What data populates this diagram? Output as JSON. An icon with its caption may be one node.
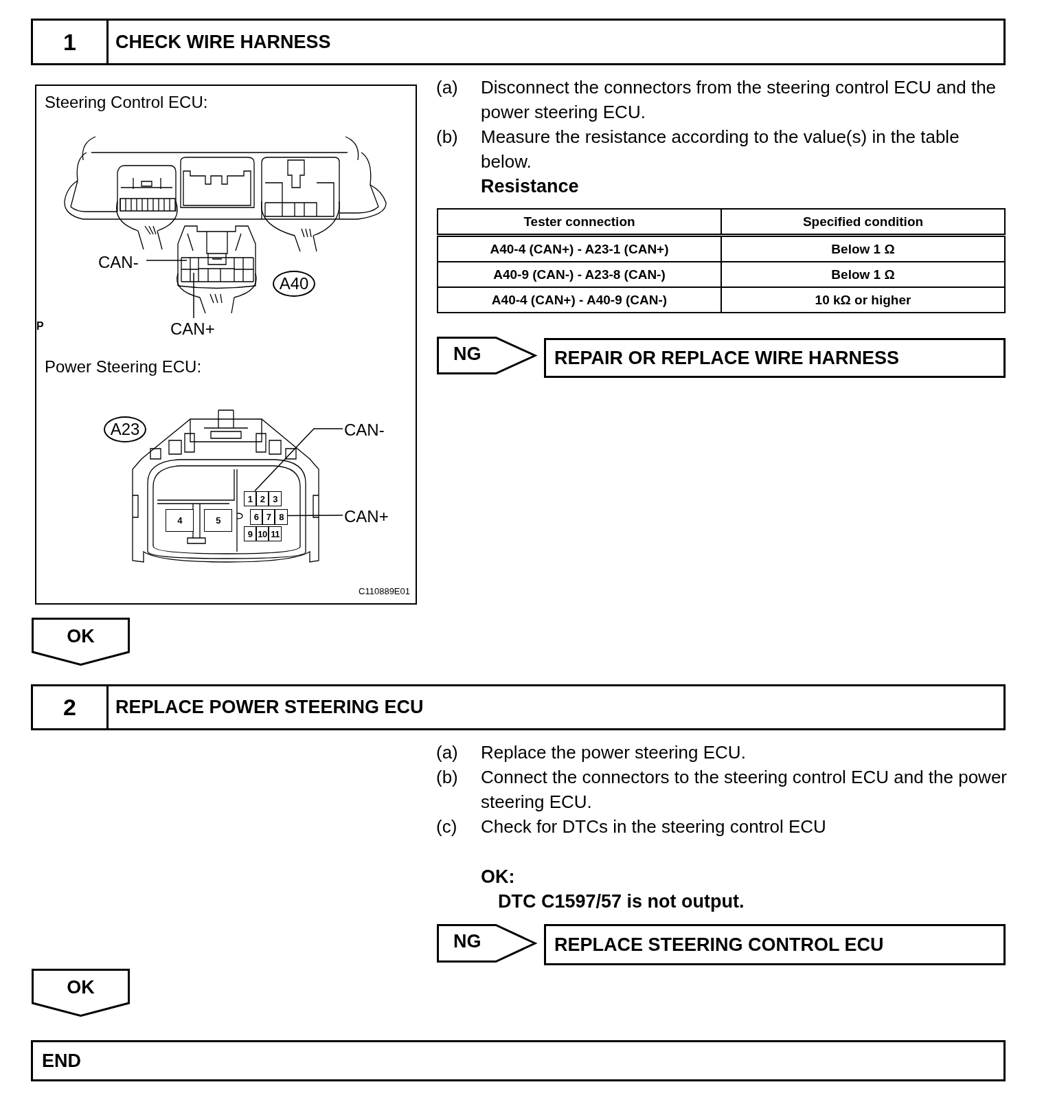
{
  "diagram": {
    "nodes": [
      {
        "text": [
          "1",
          "CHECK WIRE HARNESS"
        ]
      },
      {
        "text": [
          "Steering Control ECU:",
          "Power Steering ECU:",
          "C110889E01"
        ]
      },
      {
        "text": [
          "CAN-"
        ],
        "in": 1
      },
      {
        "text": [
          "CAN+"
        ],
        "in": 1
      },
      {
        "text": [
          "A40"
        ],
        "in": 1
      },
      {
        "text": [
          "A23"
        ],
        "in": 1
      },
      {
        "text": [
          "CAN-"
        ],
        "in": 1
      },
      {
        "text": [
          "CAN+"
        ],
        "in": 1
      },
      {
        "text": [
          "1"
        ],
        "in": 1
      },
      {
        "text": [
          "2"
        ],
        "in": 1
      },
      {
        "text": [
          "3"
        ],
        "in": 1
      },
      {
        "text": [
          "4"
        ],
        "in": 1
      },
      {
        "text": [
          "5"
        ],
        "in": 1
      },
      {
        "text": [
          "6"
        ],
        "in": 1
      },
      {
        "text": [
          "7"
        ],
        "in": 1
      },
      {
        "text": [
          "8"
        ],
        "in": 1
      },
      {
        "text": [
          "9"
        ],
        "in": 1
      },
      {
        "text": [
          "10"
        ],
        "in": 1
      },
      {
        "text": [
          "11"
        ],
        "in": 1
      },
      {
        "text": [
          "NG"
        ]
      },
      {
        "text": [
          "REPAIR OR REPLACE WIRE HARNESS"
        ]
      },
      {
        "text": [
          "OK"
        ]
      },
      {
        "text": [
          "2",
          "REPLACE POWER STEERING ECU"
        ]
      },
      {
        "text": [
          "NG"
        ]
      },
      {
        "text": [
          "REPLACE STEERING CONTROL ECU"
        ]
      },
      {
        "text": [
          "OK"
        ]
      },
      {
        "text": [
          "END"
        ]
      }
    ],
    "edges": [
      {
        "from": 2,
        "to": null,
        "arrow": "none"
      },
      {
        "from": 3,
        "to": null,
        "arrow": "none"
      },
      {
        "from": 6,
        "to": 8,
        "arrow": "none"
      },
      {
        "from": 7,
        "to": 15,
        "arrow": "none"
      }
    ],
    "labels": [
      "(a)",
      "Disconnect the connectors from the steering control ECU and the power steering ECU.",
      "(b)",
      "Measure the resistance according to the value(s) in the table below.",
      "Resistance",
      "Tester connection",
      "Specified condition",
      "A40-4 (CAN+) - A23-1 (CAN+)",
      "Below 1 Ω",
      "A40-9 (CAN-) - A23-8 (CAN-)",
      "Below 1 Ω",
      "A40-4 (CAN+) - A40-9 (CAN-)",
      "10 kΩ or higher",
      "P",
      "(a)",
      "Replace the power steering ECU.",
      "(b)",
      "Connect the connectors to the steering control ECU and the power steering ECU.",
      "(c)",
      "Check for DTCs in the steering control ECU",
      "OK:",
      "DTC C1597/57 is not output."
    ]
  }
}
